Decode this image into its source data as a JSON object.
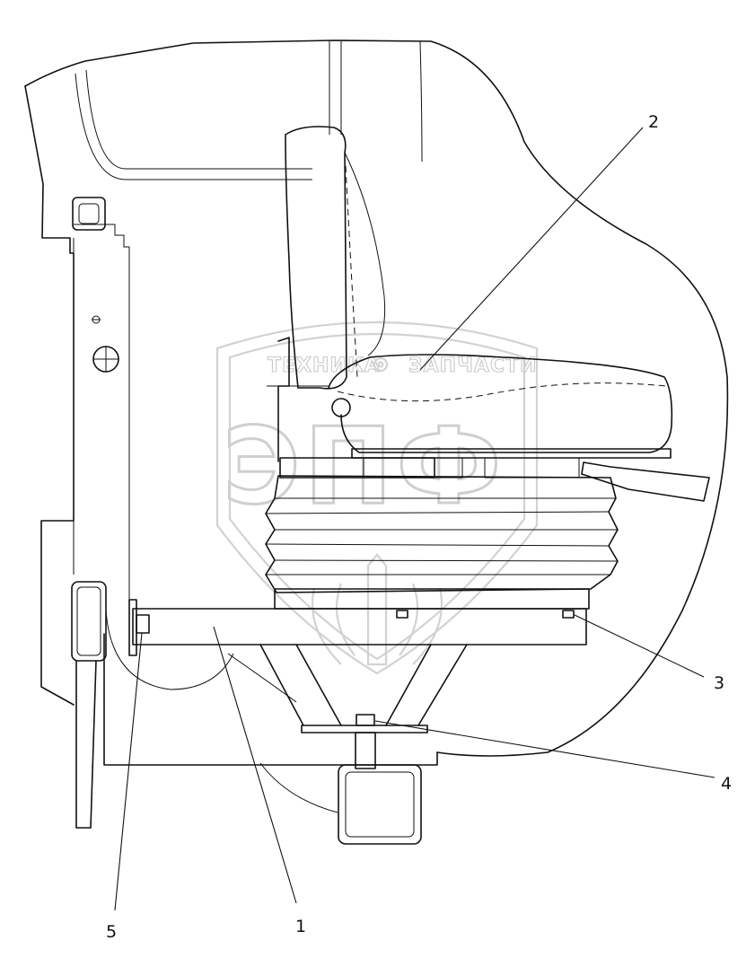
{
  "watermark": {
    "top_left": "ТЕХНИКА",
    "top_right": "ЗАПЧАСТИ",
    "emblem": "ЭПФ"
  },
  "callouts": [
    {
      "label": "1",
      "part": "bracket"
    },
    {
      "label": "2",
      "part": "seat"
    },
    {
      "label": "3",
      "part": "nut"
    },
    {
      "label": "4",
      "part": "bolt"
    },
    {
      "label": "5",
      "part": "bolt"
    }
  ]
}
